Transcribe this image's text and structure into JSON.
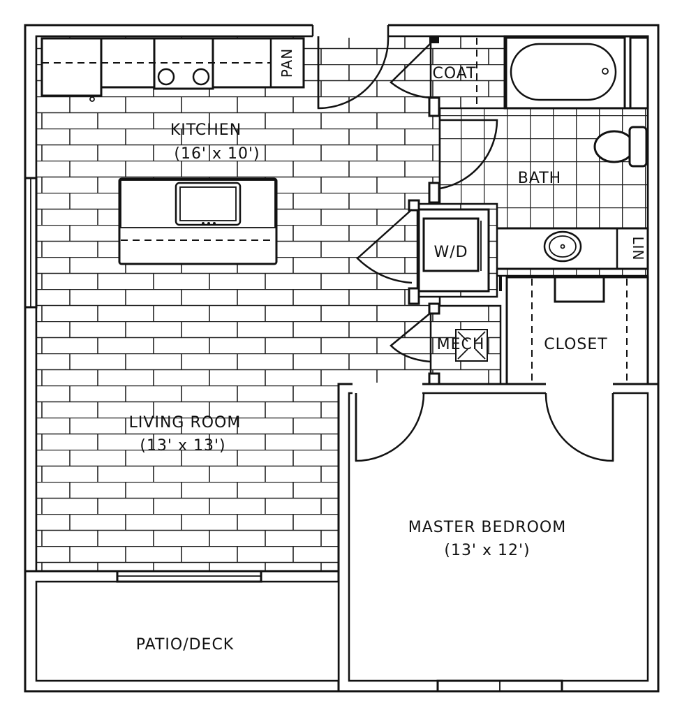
{
  "plan": {
    "kitchen": {
      "name": "KITCHEN",
      "size": "(16' x 10')"
    },
    "pantry": "PAN",
    "coat": "COAT",
    "bath": "BATH",
    "washer_dryer": "W/D",
    "linen": "LIN",
    "mech": "MECH",
    "closet": "CLOSET",
    "living": {
      "name": "LIVING ROOM",
      "size": "(13' x 13')"
    },
    "bedroom": {
      "name": "MASTER BEDROOM",
      "size": "(13' x 12')"
    },
    "patio": "PATIO/DECK"
  }
}
